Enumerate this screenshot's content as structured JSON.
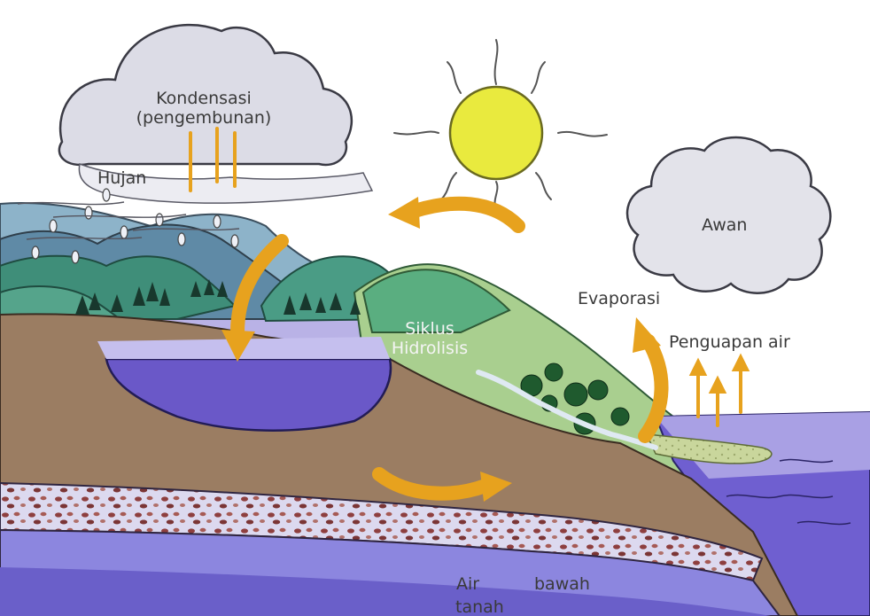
{
  "labels": {
    "condensation_line1": "Kondensasi",
    "condensation_line2": "(pengembunan)",
    "rain": "Hujan",
    "cloud": "Awan",
    "evaporation": "Evaporasi",
    "water_vapor": "Penguapan air",
    "cycle_line1": "Siklus",
    "cycle_line2": "Hidrolisis",
    "groundwater_word1": "Air",
    "groundwater_word2": "bawah",
    "groundwater_word3": "tanah"
  },
  "colors": {
    "sun": "#e9ea3e",
    "cloud": "#e3e3ea",
    "ground": "#9b7d62",
    "lake": "#6a58c8",
    "sea": "#6f5fd0",
    "hill_dark": "#2f7f6a",
    "hill_light": "#b9d79a",
    "arrow": "#e7a21e",
    "groundwater_band": "#8c86df"
  },
  "icons": {
    "sun": "sun-icon",
    "arrow": "curved-arrow-icon",
    "cloud": "cloud-icon",
    "rain": "raindrop-icon",
    "tree": "tree-icon"
  }
}
